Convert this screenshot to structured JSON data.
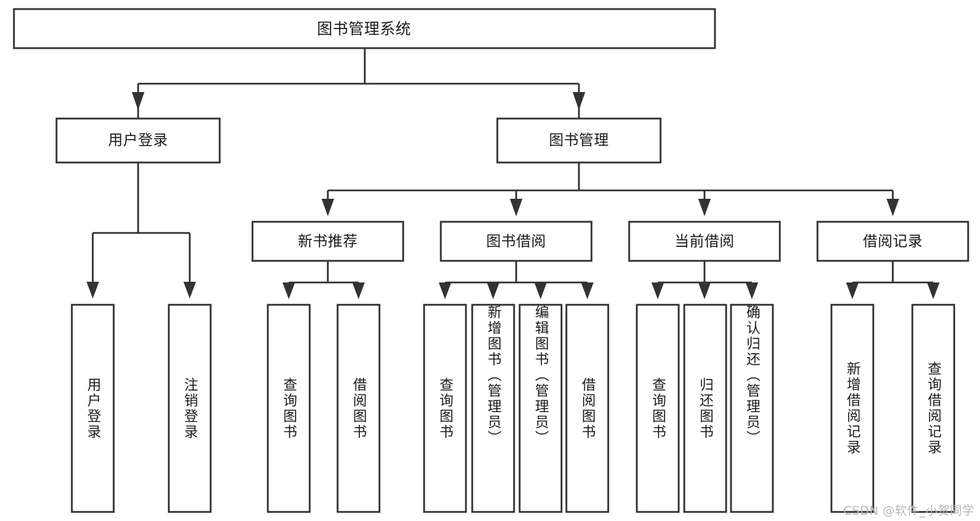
{
  "diagram": {
    "type": "tree",
    "title": "图书管理系统",
    "orientation": "top-down",
    "colors": {
      "box_stroke": "#333333",
      "box_fill": "#ffffff",
      "text": "#1a1a1a",
      "background": "#ffffff",
      "watermark": "#b5b5b5"
    },
    "root": {
      "label": "图书管理系统"
    },
    "level2": [
      {
        "label": "用户登录"
      },
      {
        "label": "图书管理"
      }
    ],
    "level3": [
      {
        "label": "新书推荐"
      },
      {
        "label": "图书借阅"
      },
      {
        "label": "当前借阅"
      },
      {
        "label": "借阅记录"
      }
    ],
    "leaves": {
      "user_login": [
        {
          "label": "用户登录"
        },
        {
          "label": "注销登录"
        }
      ],
      "new_book": [
        {
          "label": "查询图书"
        },
        {
          "label": "借阅图书"
        }
      ],
      "book_borrow": [
        {
          "label": "查询图书"
        },
        {
          "label": "新增图书（管理员）"
        },
        {
          "label": "编辑图书（管理员）"
        },
        {
          "label": "借阅图书"
        }
      ],
      "current_borrow": [
        {
          "label": "查询图书"
        },
        {
          "label": "归还图书"
        },
        {
          "label": "确认归还（管理员）"
        }
      ],
      "borrow_record": [
        {
          "label": "新增借阅记录"
        },
        {
          "label": "查询借阅记录"
        }
      ]
    }
  },
  "watermark": {
    "text": "CSDN @软件_小贺同学"
  }
}
